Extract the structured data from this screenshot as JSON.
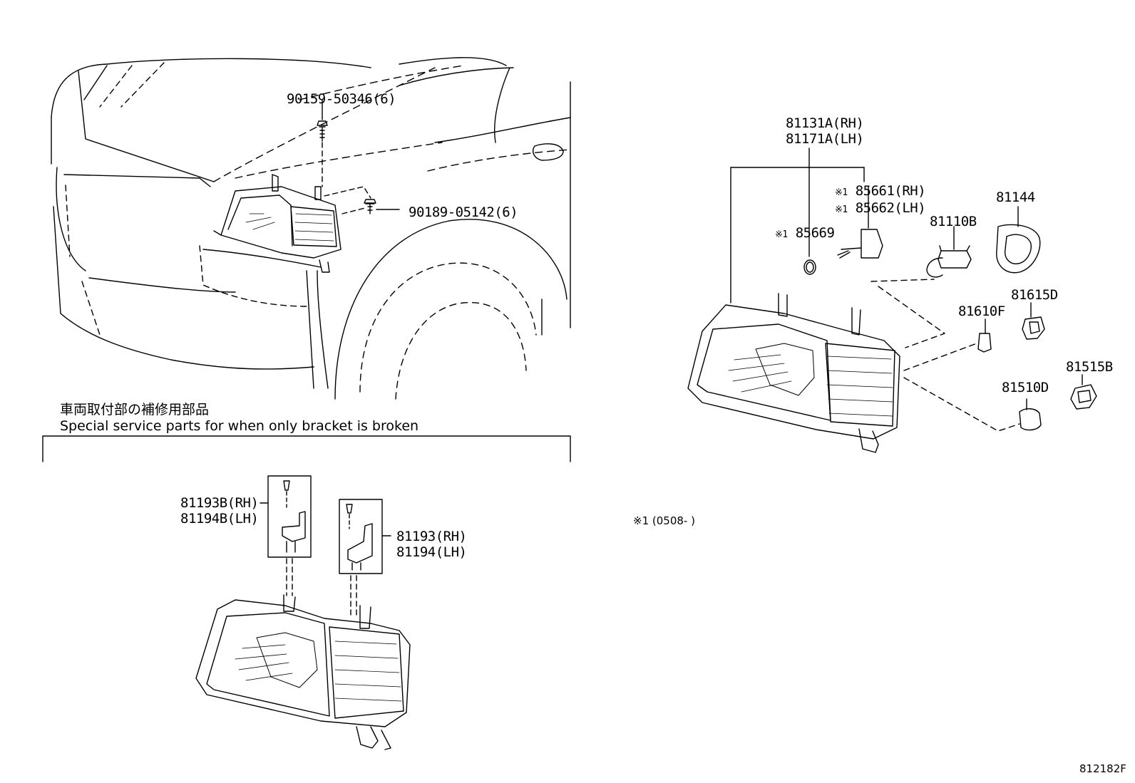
{
  "overview": {
    "screw_top": "90159-50346(6)",
    "screw_side": "90189-05142(6)"
  },
  "service_note": {
    "jp": "車両取付部の補修用部品",
    "en": "Special service parts for when only bracket is broken"
  },
  "brackets": {
    "b_rh": "81193B(RH)",
    "b_lh": "81194B(LH)",
    "rh": "81193(RH)",
    "lh": "81194(LH)"
  },
  "assembly": {
    "unit_rh": "81131A(RH)",
    "unit_lh": "81171A(LH)",
    "mark": "※1",
    "sw_rh": "85661(RH)",
    "sw_lh": "85662(LH)",
    "oring": "85669",
    "bulb": "81110B",
    "cover": "81144",
    "socket_d": "81615D",
    "bulb_f": "81610F",
    "socket_b": "81515B",
    "bulb_d": "81510D"
  },
  "footnote": "※1 (0508-        )",
  "figure_id": "812182F"
}
